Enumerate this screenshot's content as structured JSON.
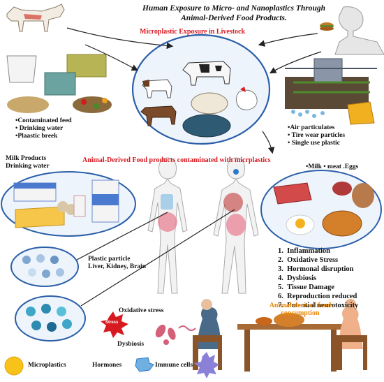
{
  "title_line1": "Human Exposure to Micro- and Nanoplastics Through",
  "title_line2": "Animal-Derived Food Products.",
  "livestock_heading": "Microplastic Exposure in Livestock",
  "feed_sources": [
    "•Contaminated feed",
    "• Drinking water",
    "•Plaastic breek"
  ],
  "air_sources": [
    "•Air particulates",
    "• Tire wear particles",
    "• Single use plastic"
  ],
  "milk_water": [
    "Milk Products",
    "Drinking water"
  ],
  "food_heading": "Animal-Derived Food products contaminated with micrplastics",
  "food_types": "•Milk • meat .Eggs",
  "plastic_particle": [
    "Plastic particle",
    "Liver, Kidney, Brain"
  ],
  "effects": [
    "Inflammation",
    "Oxidative Stress",
    "Hormonal disruption",
    "Dysbiosis",
    "Tissue Damage",
    "Reproduction reduced",
    "Potential neurotoxicity"
  ],
  "oxidative_stress": "Oxidative stress",
  "stress_badge": "Stress",
  "dysbiosis": "Dysbiosis",
  "consumption_label": [
    "Animal-derived food",
    "consumption"
  ],
  "legend": {
    "microplastics": "Microplastics",
    "hormones": "Hormones",
    "immune_cells": "Immune cells"
  },
  "colors": {
    "accent_red": "#d71920",
    "orange": "#e88a0e",
    "circle_border": "#2b5fa8",
    "circle_fill": "#e9f1fb"
  }
}
